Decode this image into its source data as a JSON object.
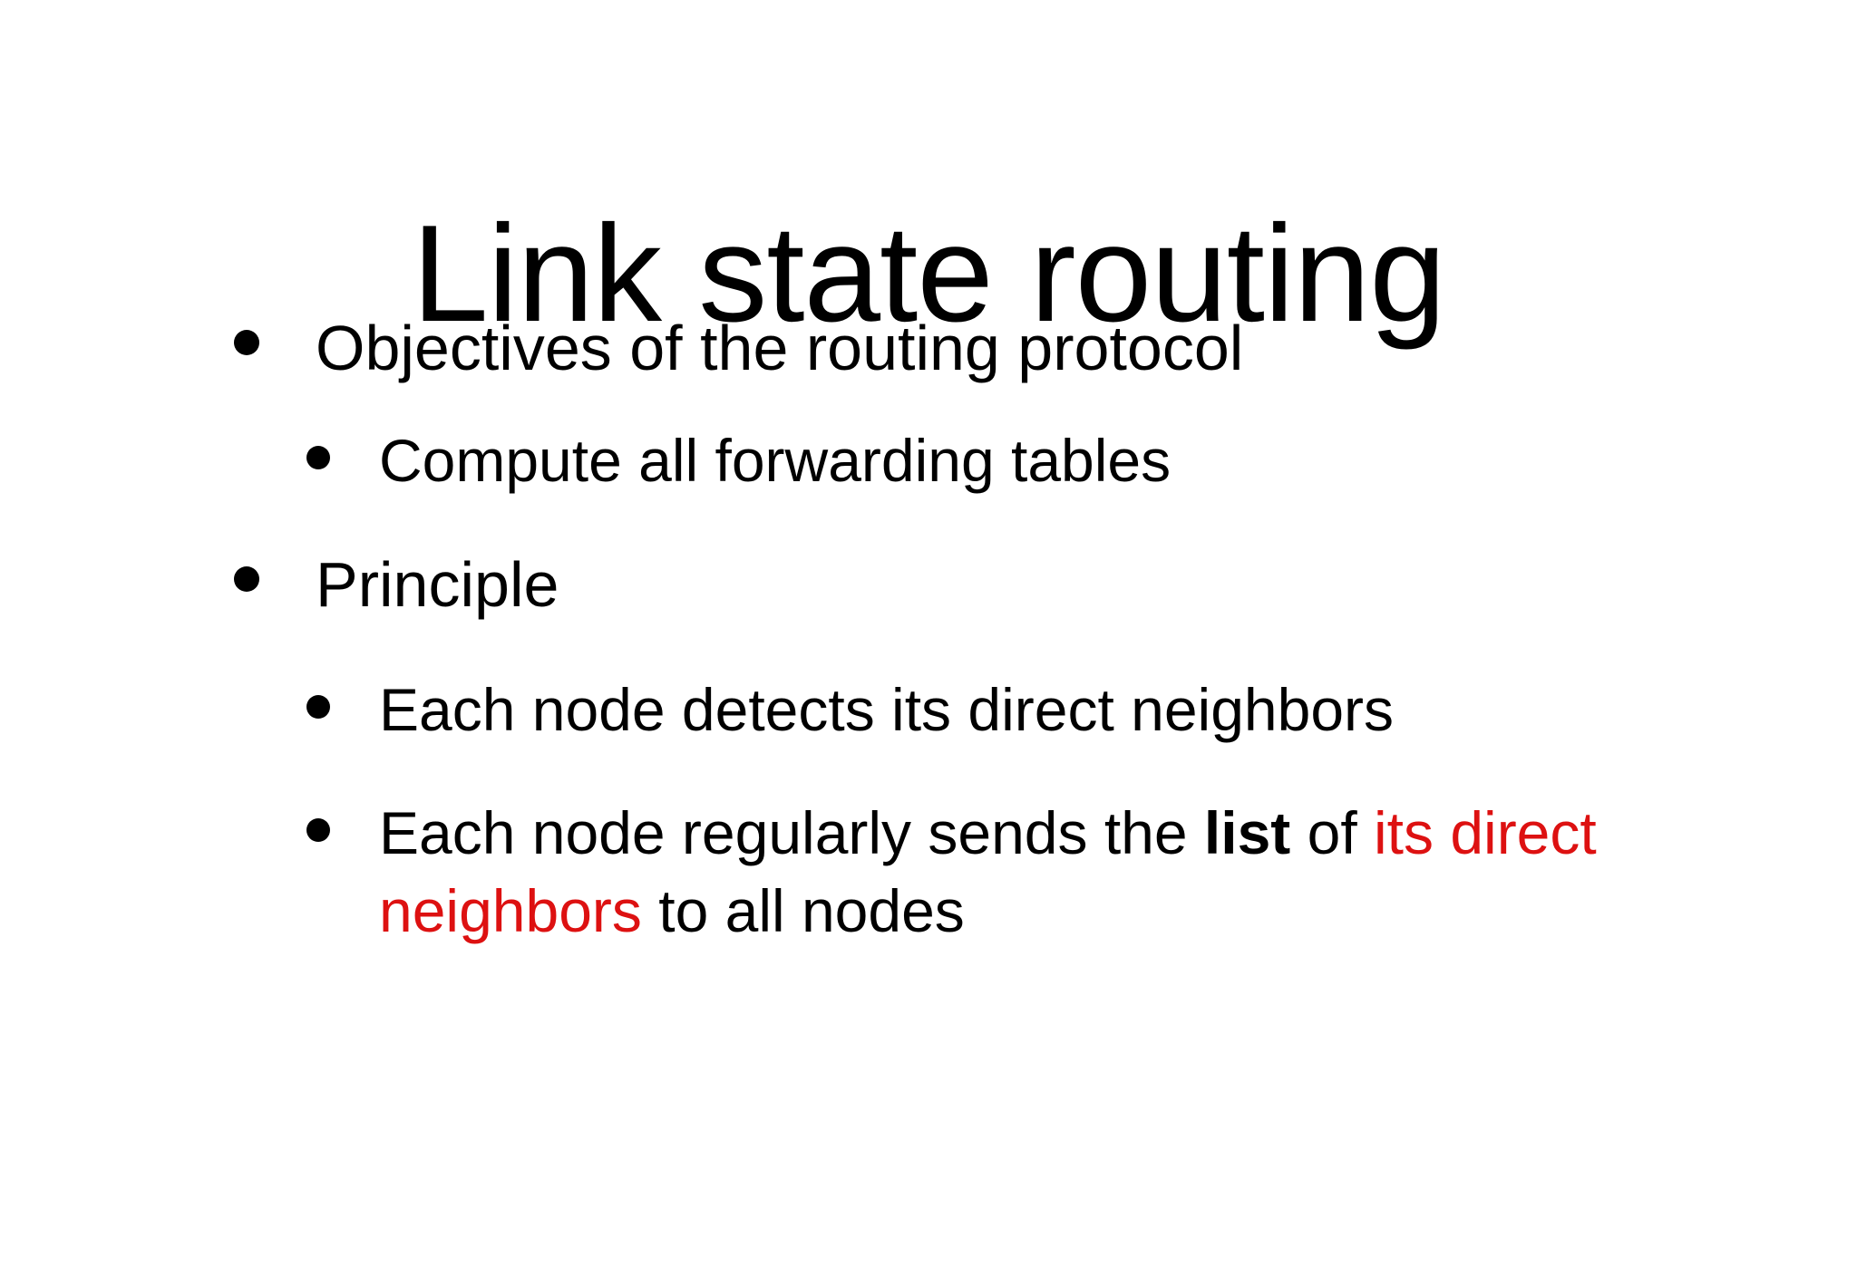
{
  "slide": {
    "title": "Link state routing",
    "accent_red": "#DD1111",
    "background": "#ffffff",
    "text_color": "#000000",
    "bullets": [
      {
        "level": 1,
        "text": "Objectives of the routing protocol",
        "bullet_glyph": "round-bullet"
      },
      {
        "level": 2,
        "text": "Compute all forwarding tables",
        "bullet_glyph": "round-bullet"
      },
      {
        "level": 1,
        "text": "Principle",
        "bullet_glyph": "round-bullet"
      },
      {
        "level": 2,
        "text": "Each node detects its direct neighbors",
        "bullet_glyph": "round-bullet"
      },
      {
        "level": 2,
        "bullet_glyph": "round-bullet",
        "runs": {
          "part1": "Each node regularly sends the ",
          "part2_bold": "list",
          "part3": " of ",
          "part4_red": "its direct neighbors",
          "part5": " to all nodes"
        }
      }
    ]
  }
}
